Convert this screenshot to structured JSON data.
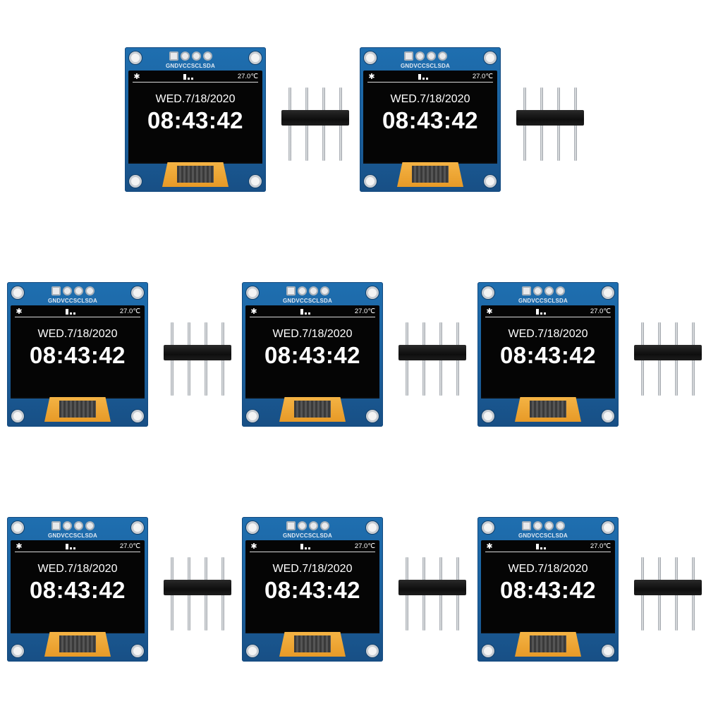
{
  "modules": [
    {
      "pins": "GNDVCCSCLSDA",
      "temp": "27.0℃",
      "date": "WED.7/18/2020",
      "time": "08:43:42"
    },
    {
      "pins": "GNDVCCSCLSDA",
      "temp": "27.0℃",
      "date": "WED.7/18/2020",
      "time": "08:43:42"
    },
    {
      "pins": "GNDVCCSCLSDA",
      "temp": "27.0℃",
      "date": "WED.7/18/2020",
      "time": "08:43:42"
    },
    {
      "pins": "GNDVCCSCLSDA",
      "temp": "27.0℃",
      "date": "WED.7/18/2020",
      "time": "08:43:42"
    },
    {
      "pins": "GNDVCCSCLSDA",
      "temp": "27.0℃",
      "date": "WED.7/18/2020",
      "time": "08:43:42"
    },
    {
      "pins": "GNDVCCSCLSDA",
      "temp": "27.0℃",
      "date": "WED.7/18/2020",
      "time": "08:43:42"
    },
    {
      "pins": "GNDVCCSCLSDA",
      "temp": "27.0℃",
      "date": "WED.7/18/2020",
      "time": "08:43:42"
    },
    {
      "pins": "GNDVCCSCLSDA",
      "temp": "27.0℃",
      "date": "WED.7/18/2020",
      "time": "08:43:42"
    }
  ],
  "icons": {
    "status_left": "sun-icon",
    "status_middle": "battery-icon"
  },
  "colors": {
    "pcb": "#1f6fb0",
    "screen": "#050505",
    "screen_text": "#ffffff",
    "flex_cable": "#e79a27"
  }
}
